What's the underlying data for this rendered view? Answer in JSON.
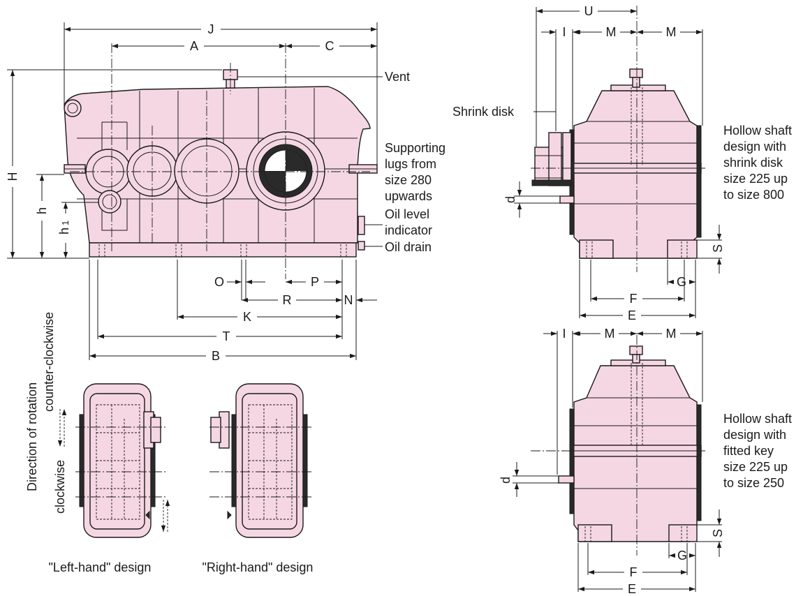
{
  "colors": {
    "housing_fill": "#f5d7e3",
    "line": "#1a1a1a",
    "background": "#ffffff"
  },
  "main_view": {
    "dims": {
      "J": "J",
      "A": "A",
      "C": "C",
      "H": "H",
      "h": "h",
      "h1": "h",
      "h1_sub": "1",
      "O": "O",
      "P": "P",
      "R": "R",
      "N": "N",
      "K": "K",
      "T": "T",
      "B": "B"
    },
    "callouts": {
      "vent": "Vent",
      "lugs": [
        "Supporting",
        "lugs from",
        "size 280",
        "upwards"
      ],
      "oil_level": [
        "Oil level",
        "indicator"
      ],
      "oil_drain": "Oil drain"
    }
  },
  "shrink_view": {
    "dims": {
      "U": "U",
      "I": "I",
      "M_left": "M",
      "M_right": "M",
      "d": "d",
      "S": "S",
      "G": "G",
      "F": "F",
      "E": "E"
    },
    "callout": "Shrink disk",
    "caption": [
      "Hollow shaft",
      "design with",
      "shrink disk",
      "size 225 up",
      "to size 800"
    ]
  },
  "key_view": {
    "dims": {
      "I": "I",
      "M_left": "M",
      "M_right": "M",
      "d": "d",
      "S": "S",
      "G": "G",
      "F": "F",
      "E": "E"
    },
    "caption": [
      "Hollow shaft",
      "design with",
      "fitted key",
      "size 225 up",
      "to size 250"
    ]
  },
  "rotation": {
    "title": "Direction of rotation",
    "ccw": "counter-clockwise",
    "cw": "clockwise",
    "left_caption": "\"Left-hand\" design",
    "right_caption": "\"Right-hand\" design"
  }
}
